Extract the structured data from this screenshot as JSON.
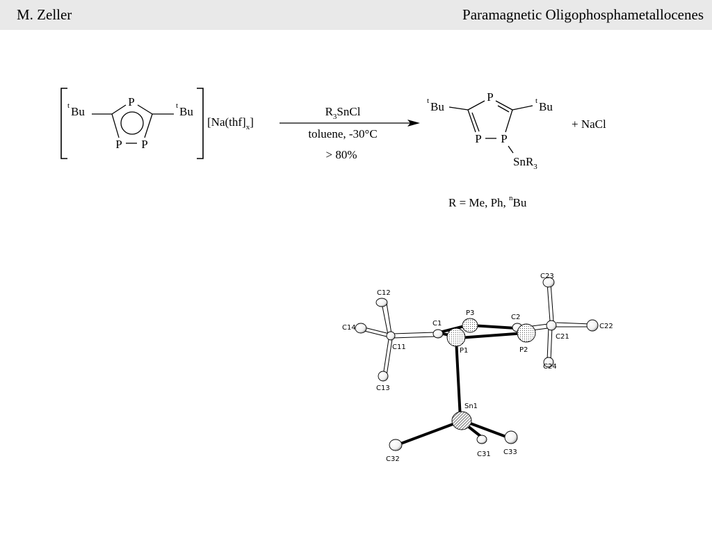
{
  "header": {
    "author": "M. Zeller",
    "title": "Paramagnetic Oligophosphametallocenes"
  },
  "reaction": {
    "reactant": {
      "substituent_left_sup": "t",
      "substituent_left": "Bu",
      "substituent_right_sup": "t",
      "substituent_right": "Bu",
      "atom_top": "P",
      "atom_bottom_left": "P",
      "atom_bottom_right": "P",
      "counterion_main": "[Na(thf]",
      "counterion_sub": "x",
      "counterion_end": "]"
    },
    "reagent_main": "R",
    "reagent_sub": "3",
    "reagent_rest": "SnCl",
    "conditions": "toluene, -30°C",
    "yield": "> 80%",
    "product": {
      "substituent_left_sup": "t",
      "substituent_left": "Bu",
      "substituent_right_sup": "t",
      "substituent_right": "Bu",
      "atom_top": "P",
      "atom_bottom_left": "P",
      "atom_bottom_right": "P",
      "tin_group_main": "SnR",
      "tin_group_sub": "3"
    },
    "byproduct": "+  NaCl",
    "r_definition_main": "R = Me, Ph, ",
    "r_definition_sup": "n",
    "r_definition_end": "Bu"
  },
  "crystal_structure": {
    "labels": [
      "C12",
      "C14",
      "C11",
      "C13",
      "C1",
      "P3",
      "C2",
      "C23",
      "C21",
      "C22",
      "P1",
      "P2",
      "C24",
      "Sn1",
      "C32",
      "C31",
      "C33"
    ]
  }
}
